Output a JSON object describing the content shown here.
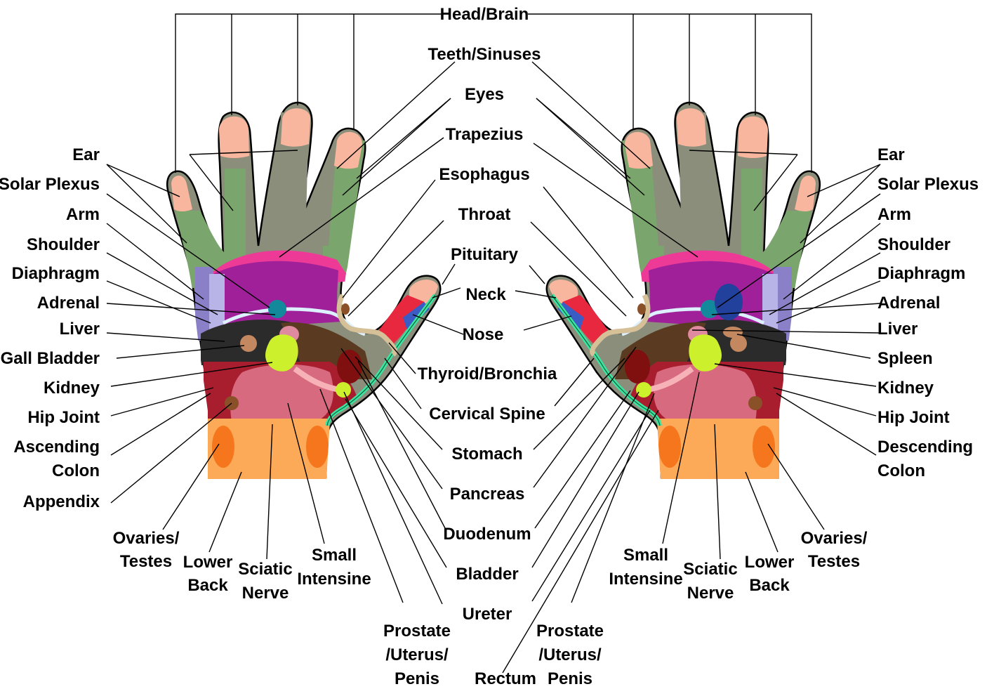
{
  "labels": {
    "head_brain": "Head/Brain",
    "teeth_sinuses": "Teeth/Sinuses",
    "eyes": "Eyes",
    "trapezius": "Trapezius",
    "esophagus": "Esophagus",
    "throat": "Throat",
    "pituitary": "Pituitary",
    "neck": "Neck",
    "nose": "Nose",
    "thyroid_bronchia": "Thyroid/Bronchia",
    "cervical_spine": "Cervical Spine",
    "stomach": "Stomach",
    "pancreas": "Pancreas",
    "duodenum": "Duodenum",
    "bladder": "Bladder",
    "ureter": "Ureter",
    "rectum": "Rectum",
    "left": {
      "ear": "Ear",
      "solar_plexus": "Solar Plexus",
      "arm": "Arm",
      "shoulder": "Shoulder",
      "diaphragm": "Diaphragm",
      "adrenal": "Adrenal",
      "liver": "Liver",
      "gall_bladder": "Gall Bladder",
      "kidney": "Kidney",
      "hip_joint": "Hip Joint",
      "ascending": "Ascending",
      "colon": "Colon",
      "appendix": "Appendix",
      "ovaries": "Ovaries/",
      "testes": "Testes",
      "lower": "Lower",
      "back": "Back",
      "sciatic": "Sciatic",
      "nerve": "Nerve",
      "small": "Small",
      "intensine": "Intensine",
      "prostate": "Prostate",
      "uterus": "/Uterus/",
      "penis": "Penis"
    },
    "right": {
      "ear": "Ear",
      "solar_plexus": "Solar Plexus",
      "arm": "Arm",
      "shoulder": "Shoulder",
      "diaphragm": "Diaphragm",
      "adrenal": "Adrenal",
      "liver": "Liver",
      "spleen": "Spleen",
      "kidney": "Kidney",
      "hip_joint": "Hip Joint",
      "descending": "Descending",
      "colon": "Colon",
      "ovaries": "Ovaries/",
      "testes": "Testes",
      "lower": "Lower",
      "back": "Back",
      "sciatic": "Sciatic",
      "nerve": "Nerve",
      "small": "Small",
      "intensine": "Intensine",
      "prostate": "Prostate",
      "uterus": "/Uterus/",
      "penis": "Penis"
    }
  },
  "colors": {
    "fingertip": "#f9b69e",
    "finger_green": "#7aa56c",
    "finger_gray": "#8c8e7c",
    "trapezius_pink": "#ee3a97",
    "lung_purple": "#a0209a",
    "arm_blue": "#8a80c8",
    "shoulder_lavender": "#b8b4e8",
    "liver_black": "#2b2b2b",
    "stomach_brown": "#5a3a20",
    "intestine_red": "#a81e2e",
    "small_intestine_pink": "#d86a80",
    "wrist_orange": "#fcaa58",
    "ovary_orange": "#f5761c",
    "kidney_yellow": "#ccf02c",
    "spine_green": "#38e8a0",
    "adrenal_teal": "#138a9c",
    "spleen_blue": "#22419c",
    "gall_tan": "#c48860"
  }
}
